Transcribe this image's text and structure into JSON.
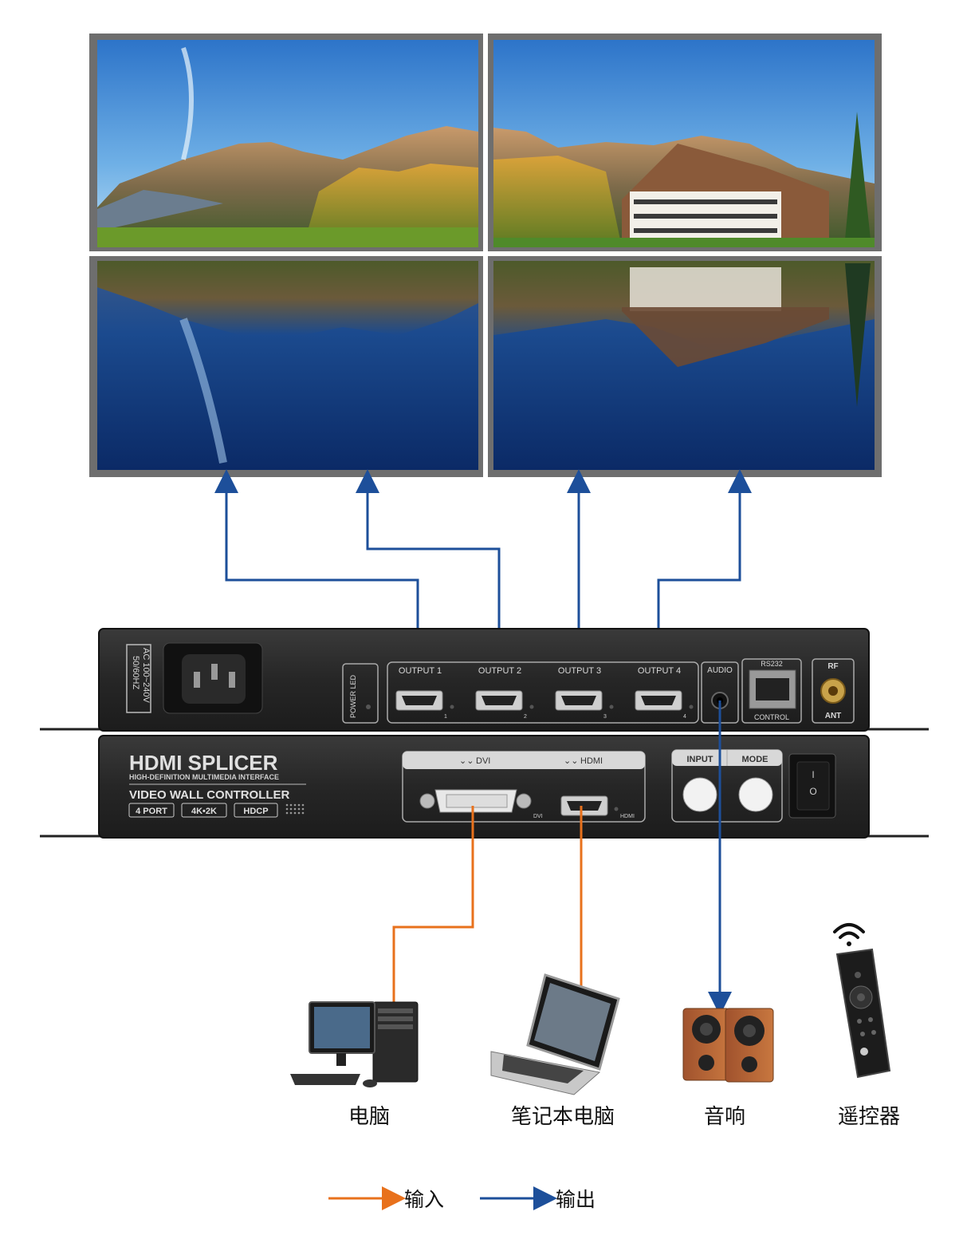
{
  "colors": {
    "input": "#e8711c",
    "output": "#1d4f9a",
    "device": "#2a2a2a",
    "device_label": "#d8d8d8",
    "bezel": "#6e6e6e"
  },
  "back_panel": {
    "power_rating_line1": "AC 100~240V",
    "power_rating_line2": "50/60HZ",
    "power_led": "POWER  LED",
    "outputs": [
      {
        "label": "OUTPUT 1",
        "num": "1"
      },
      {
        "label": "OUTPUT 2",
        "num": "2"
      },
      {
        "label": "OUTPUT 3",
        "num": "3"
      },
      {
        "label": "OUTPUT 4",
        "num": "4"
      }
    ],
    "audio": "AUDIO",
    "rs232": "RS232",
    "control": "CONTROL",
    "rf": "RF",
    "ant": "ANT"
  },
  "front_panel": {
    "brand_title": "HDMI SPLICER",
    "brand_subtitle": "HIGH-DEFINITION MULTIMEDIA INTERFACE",
    "product": "VIDEO WALL CONTROLLER",
    "badges": [
      "4 PORT",
      "4K•2K",
      "HDCP"
    ],
    "dvi_head": "DVI",
    "hdmi_head": "HDMI",
    "dvi_small": "DVI",
    "hdmi_small": "HDMI",
    "input_btn": "INPUT",
    "mode_btn": "MODE",
    "switch_on": "I",
    "switch_off": "O"
  },
  "devices": [
    {
      "id": "pc",
      "label": "电脑",
      "icon": "desktop-computer-icon"
    },
    {
      "id": "laptop",
      "label": "笔记本电脑",
      "icon": "laptop-icon"
    },
    {
      "id": "speaker",
      "label": "音响",
      "icon": "speaker-icon"
    },
    {
      "id": "remote",
      "label": "遥控器",
      "icon": "remote-control-icon"
    }
  ],
  "legend": {
    "input": "输入",
    "output": "输出"
  }
}
